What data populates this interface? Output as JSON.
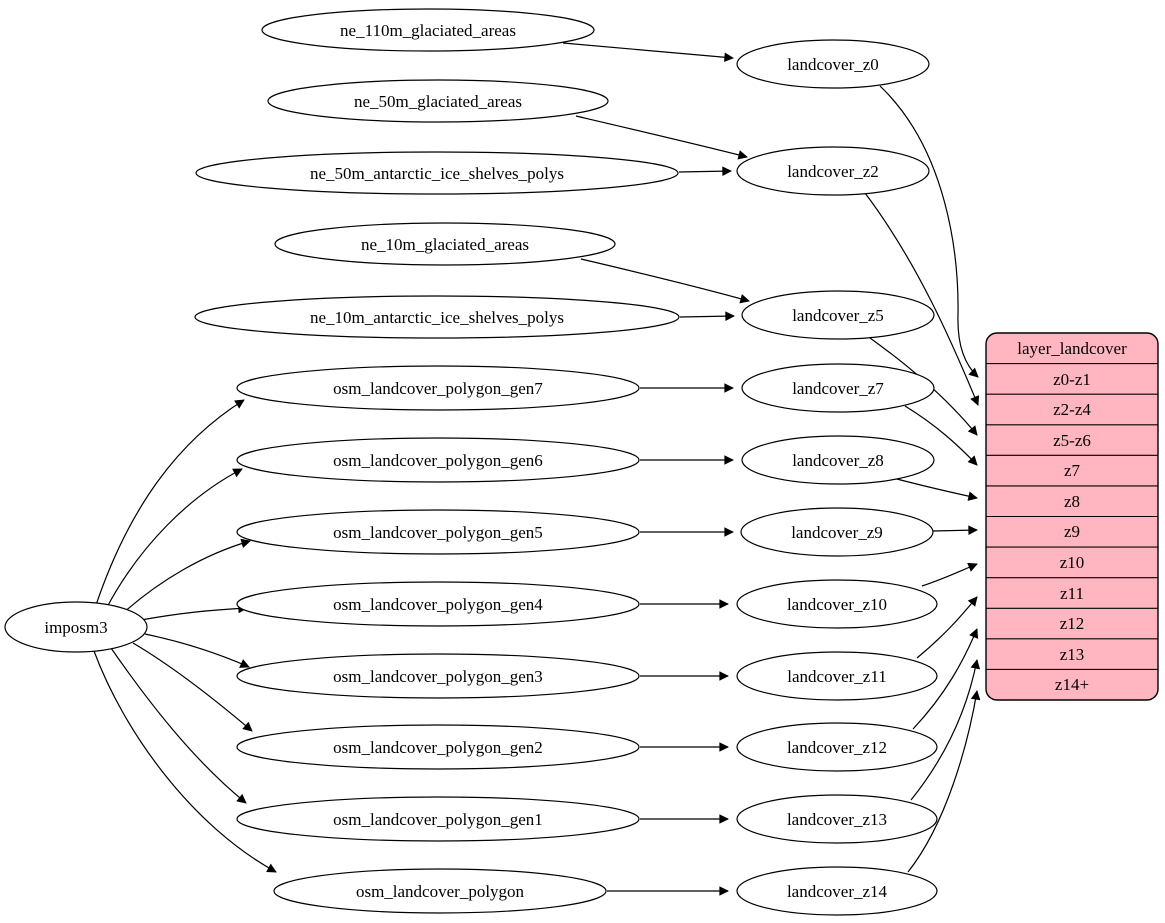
{
  "diagram": {
    "type": "graphviz-dependency-graph",
    "background_color": "#ffffff",
    "node_fill_color": "#ffffff",
    "edge_color": "#000000",
    "nodes": {
      "imposm3": "imposm3",
      "ne_110m_glaciated_areas": "ne_110m_glaciated_areas",
      "ne_50m_glaciated_areas": "ne_50m_glaciated_areas",
      "ne_50m_antarctic_ice_shelves_polys": "ne_50m_antarctic_ice_shelves_polys",
      "ne_10m_glaciated_areas": "ne_10m_glaciated_areas",
      "ne_10m_antarctic_ice_shelves_polys": "ne_10m_antarctic_ice_shelves_polys",
      "osm_landcover_polygon_gen7": "osm_landcover_polygon_gen7",
      "osm_landcover_polygon_gen6": "osm_landcover_polygon_gen6",
      "osm_landcover_polygon_gen5": "osm_landcover_polygon_gen5",
      "osm_landcover_polygon_gen4": "osm_landcover_polygon_gen4",
      "osm_landcover_polygon_gen3": "osm_landcover_polygon_gen3",
      "osm_landcover_polygon_gen2": "osm_landcover_polygon_gen2",
      "osm_landcover_polygon_gen1": "osm_landcover_polygon_gen1",
      "osm_landcover_polygon": "osm_landcover_polygon",
      "landcover_z0": "landcover_z0",
      "landcover_z2": "landcover_z2",
      "landcover_z5": "landcover_z5",
      "landcover_z7": "landcover_z7",
      "landcover_z8": "landcover_z8",
      "landcover_z9": "landcover_z9",
      "landcover_z10": "landcover_z10",
      "landcover_z11": "landcover_z11",
      "landcover_z12": "landcover_z12",
      "landcover_z13": "landcover_z13",
      "landcover_z14": "landcover_z14"
    },
    "record": {
      "title": "layer_landcover",
      "rows": [
        "z0-z1",
        "z2-z4",
        "z5-z6",
        "z7",
        "z8",
        "z9",
        "z10",
        "z11",
        "z12",
        "z13",
        "z14+"
      ],
      "fill_color": "#ffb6c1",
      "border_color": "#000000"
    },
    "edges": [
      {
        "from": "imposm3",
        "to": "osm_landcover_polygon_gen7"
      },
      {
        "from": "imposm3",
        "to": "osm_landcover_polygon_gen6"
      },
      {
        "from": "imposm3",
        "to": "osm_landcover_polygon_gen5"
      },
      {
        "from": "imposm3",
        "to": "osm_landcover_polygon_gen4"
      },
      {
        "from": "imposm3",
        "to": "osm_landcover_polygon_gen3"
      },
      {
        "from": "imposm3",
        "to": "osm_landcover_polygon_gen2"
      },
      {
        "from": "imposm3",
        "to": "osm_landcover_polygon_gen1"
      },
      {
        "from": "imposm3",
        "to": "osm_landcover_polygon"
      },
      {
        "from": "ne_110m_glaciated_areas",
        "to": "landcover_z0"
      },
      {
        "from": "ne_50m_glaciated_areas",
        "to": "landcover_z2"
      },
      {
        "from": "ne_50m_antarctic_ice_shelves_polys",
        "to": "landcover_z2"
      },
      {
        "from": "ne_10m_glaciated_areas",
        "to": "landcover_z5"
      },
      {
        "from": "ne_10m_antarctic_ice_shelves_polys",
        "to": "landcover_z5"
      },
      {
        "from": "osm_landcover_polygon_gen7",
        "to": "landcover_z7"
      },
      {
        "from": "osm_landcover_polygon_gen6",
        "to": "landcover_z8"
      },
      {
        "from": "osm_landcover_polygon_gen5",
        "to": "landcover_z9"
      },
      {
        "from": "osm_landcover_polygon_gen4",
        "to": "landcover_z10"
      },
      {
        "from": "osm_landcover_polygon_gen3",
        "to": "landcover_z11"
      },
      {
        "from": "osm_landcover_polygon_gen2",
        "to": "landcover_z12"
      },
      {
        "from": "osm_landcover_polygon_gen1",
        "to": "landcover_z13"
      },
      {
        "from": "osm_landcover_polygon",
        "to": "landcover_z14"
      },
      {
        "from": "landcover_z0",
        "to": "layer_landcover:z0-z1"
      },
      {
        "from": "landcover_z2",
        "to": "layer_landcover:z2-z4"
      },
      {
        "from": "landcover_z5",
        "to": "layer_landcover:z5-z6"
      },
      {
        "from": "landcover_z7",
        "to": "layer_landcover:z7"
      },
      {
        "from": "landcover_z8",
        "to": "layer_landcover:z8"
      },
      {
        "from": "landcover_z9",
        "to": "layer_landcover:z9"
      },
      {
        "from": "landcover_z10",
        "to": "layer_landcover:z10"
      },
      {
        "from": "landcover_z11",
        "to": "layer_landcover:z11"
      },
      {
        "from": "landcover_z12",
        "to": "layer_landcover:z12"
      },
      {
        "from": "landcover_z13",
        "to": "layer_landcover:z13"
      },
      {
        "from": "landcover_z14",
        "to": "layer_landcover:z14+"
      }
    ]
  }
}
